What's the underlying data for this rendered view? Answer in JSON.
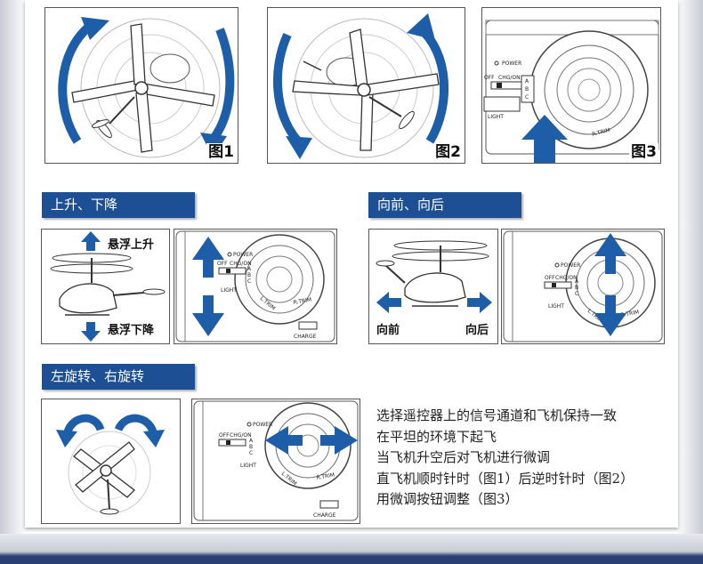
{
  "figures": [
    {
      "label": "图1"
    },
    {
      "label": "图2"
    },
    {
      "label": "图3"
    }
  ],
  "remote": {
    "power": "POWER",
    "off": "OFF",
    "chg_on": "CHG/ON",
    "channels": [
      "A",
      "B",
      "C"
    ],
    "light": "LIGHT",
    "l_trim": "L.TRIM",
    "r_trim": "R.TRIM",
    "charge": "CHARGE"
  },
  "sections": {
    "up_down": {
      "title": "上升、下降",
      "hover_up": "悬浮上升",
      "hover_down": "悬浮下降"
    },
    "fwd_back": {
      "title": "向前、向后",
      "forward": "向前",
      "backward": "向后"
    },
    "rotate": {
      "title": "左旋转、右旋转"
    }
  },
  "instructions": [
    "选择遥控器上的信号通道和飞机保持一致",
    "在平坦的环境下起飞",
    "当飞机升空后对飞机进行微调",
    "直飞机顺时针时（图1）后逆时针时（图2）",
    "用微调按钮调整（图3）"
  ],
  "colors": {
    "accent_blue": "#1d4f95",
    "arrow_blue": "#1e5ea8",
    "bottom_band": "#2a3f73"
  }
}
